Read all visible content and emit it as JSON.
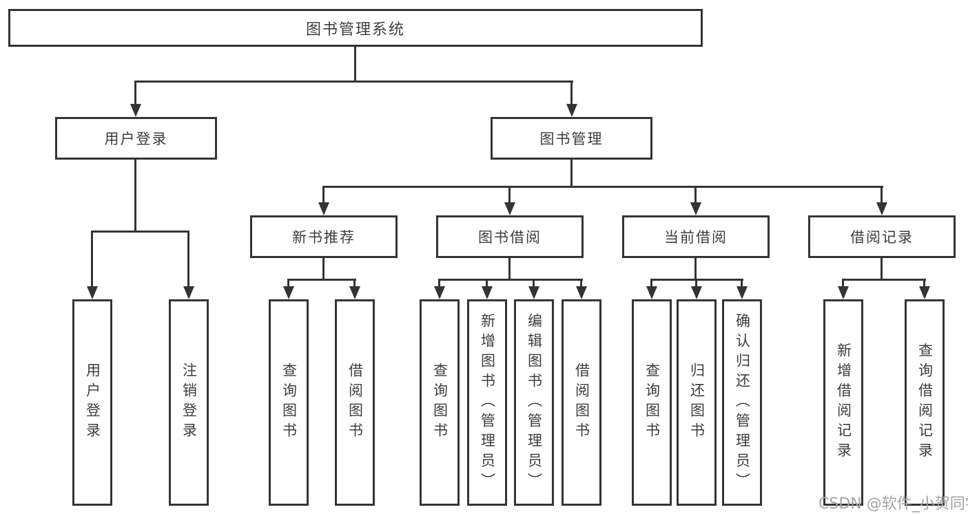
{
  "tree": {
    "root": {
      "label": "图书管理系统"
    },
    "branches": [
      {
        "label": "用户登录",
        "children": [
          {
            "label": "用户登录"
          },
          {
            "label": "注销登录"
          }
        ]
      },
      {
        "label": "图书管理",
        "children": [
          {
            "label": "新书推荐",
            "children": [
              {
                "label": "查询图书"
              },
              {
                "label": "借阅图书"
              }
            ]
          },
          {
            "label": "图书借阅",
            "children": [
              {
                "label": "查询图书"
              },
              {
                "label": "新增图书（管理员）"
              },
              {
                "label": "编辑图书（管理员）"
              },
              {
                "label": "借阅图书"
              }
            ]
          },
          {
            "label": "当前借阅",
            "children": [
              {
                "label": "查询图书"
              },
              {
                "label": "归还图书"
              },
              {
                "label": "确认归还（管理员）"
              }
            ]
          },
          {
            "label": "借阅记录",
            "children": [
              {
                "label": "新增借阅记录"
              },
              {
                "label": "查询借阅记录"
              }
            ]
          }
        ]
      }
    ]
  },
  "watermark": {
    "label": "CSDN @软件_小贺同学"
  },
  "colors": {
    "line": "#343434",
    "box_border": "#343434",
    "text": "#3d3d3d",
    "watermark": "#a3a3a3",
    "background": "#ffffff"
  }
}
